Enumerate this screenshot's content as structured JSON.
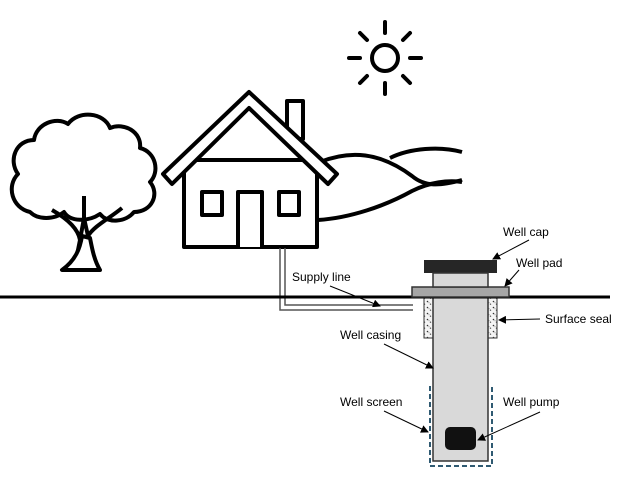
{
  "labels": {
    "well_cap": "Well cap",
    "well_pad": "Well pad",
    "supply_line": "Supply line",
    "surface_seal": "Surface seal",
    "well_casing": "Well casing",
    "well_screen": "Well screen",
    "well_pump": "Well pump"
  },
  "icons": [
    "sun-icon",
    "tree-icon",
    "house-icon",
    "hill-icon"
  ],
  "colors": {
    "ink": "#000000",
    "casing_fill": "#d9d9d9",
    "pad_fill": "#a6a6a6",
    "cap_fill": "#262626",
    "screen_dash": "#2f5a72",
    "pump_fill": "#111111"
  }
}
